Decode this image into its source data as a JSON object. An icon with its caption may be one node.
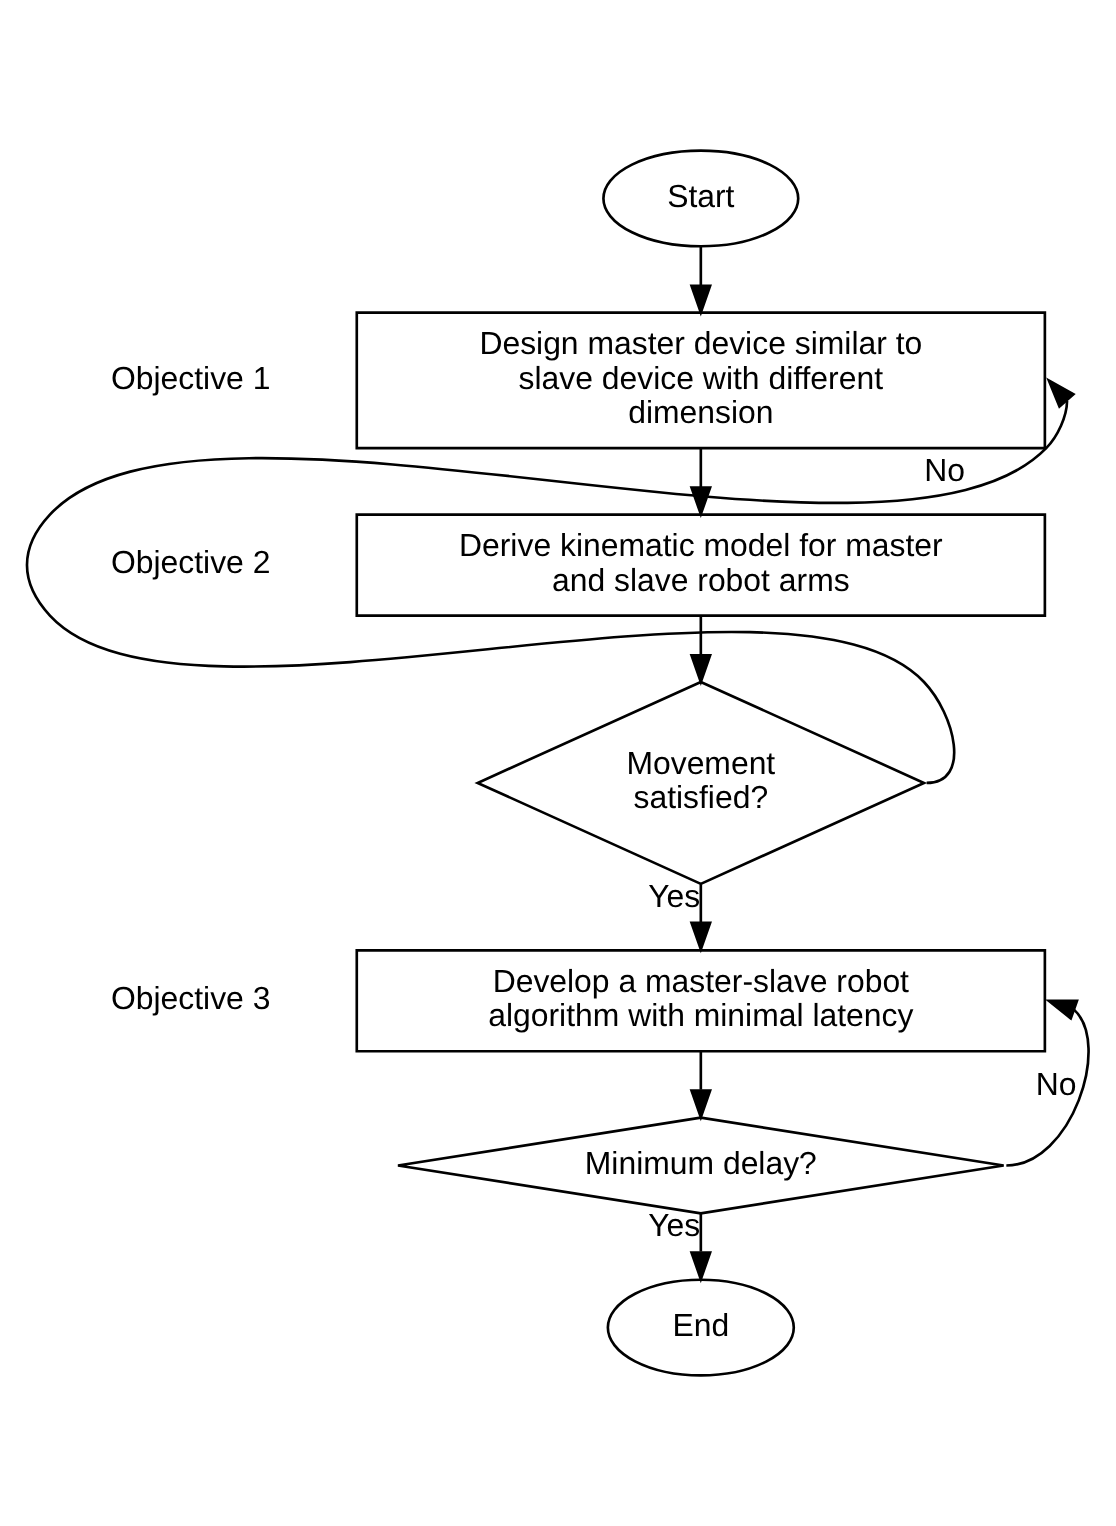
{
  "diagram": {
    "nodes": [
      {
        "text": [
          "Start"
        ]
      },
      {
        "text": [
          "Design master device similar to slave device with different dimension"
        ],
        "beside": [
          "Objective 1"
        ]
      },
      {
        "text": [
          "Derive kinematic model for master and slave robot arms"
        ],
        "beside": [
          "Objective 2"
        ]
      },
      {
        "text": [
          "Movement satisfied?"
        ]
      },
      {
        "text": [
          "Develop a master-slave robot algorithm with minimal latency"
        ],
        "beside": [
          "Objective 3"
        ]
      },
      {
        "text": [
          "Minimum delay?"
        ]
      },
      {
        "text": [
          "End"
        ]
      }
    ],
    "edges": [
      {
        "from": 0,
        "to": 1,
        "arrow": "to"
      },
      {
        "from": 1,
        "to": 2,
        "arrow": "to"
      },
      {
        "from": 2,
        "to": 3,
        "arrow": "to"
      },
      {
        "from": 3,
        "to": 4,
        "arrow": "to",
        "label": "Yes"
      },
      {
        "from": 3,
        "to": 1,
        "arrow": "to",
        "label": "No"
      },
      {
        "from": 4,
        "to": 5,
        "arrow": "to"
      },
      {
        "from": 5,
        "to": 6,
        "arrow": "to",
        "label": "Yes"
      },
      {
        "from": 5,
        "to": 4,
        "arrow": "to",
        "label": "No"
      }
    ]
  }
}
